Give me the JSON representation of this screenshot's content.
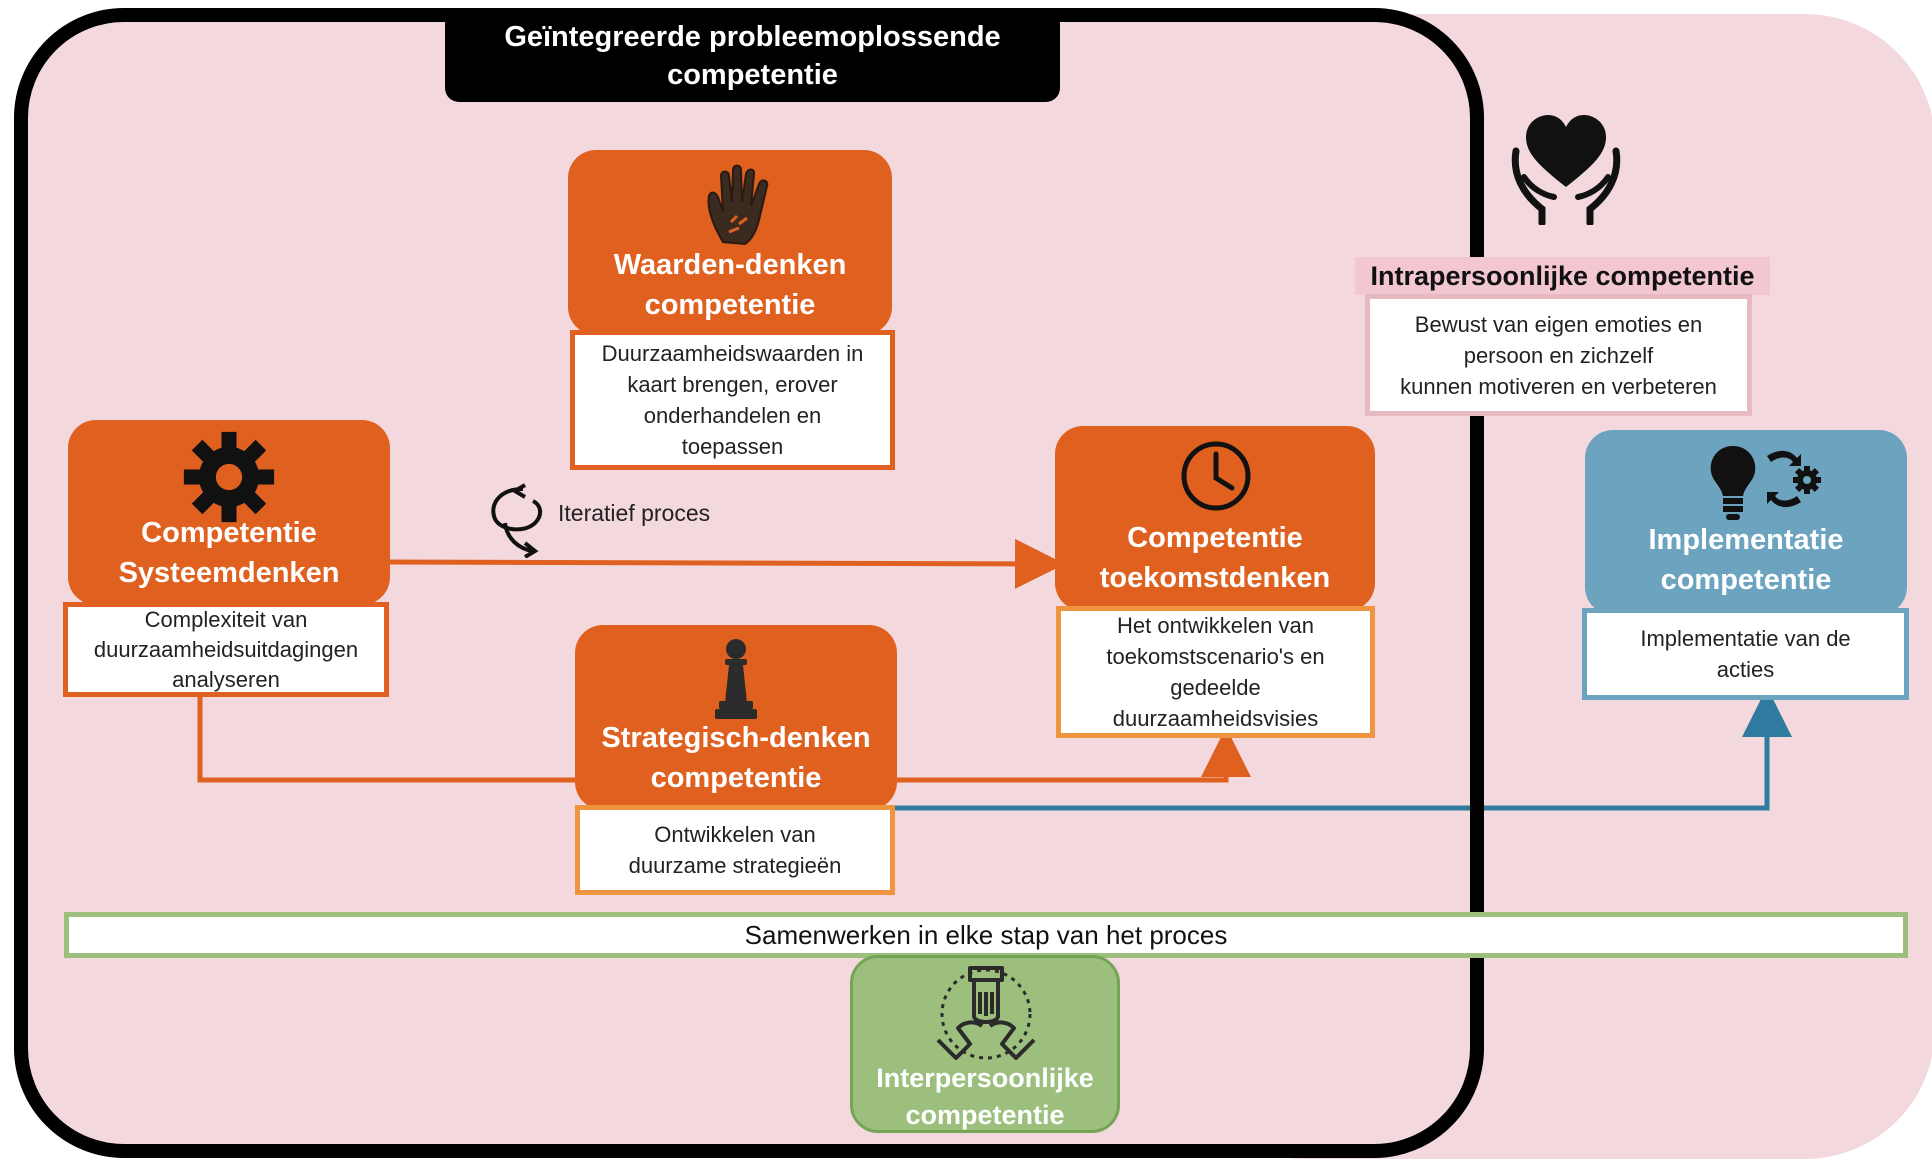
{
  "title": "Geïntegreerde probleemoplossende\ncompetentie",
  "values": {
    "name": "Waarden-denken\ncompetentie",
    "desc": "Duurzaamheidswaarden in\nkaart brengen, erover\nonderhandelen en\ntoepassen",
    "icon": "hand-icon"
  },
  "systems": {
    "name": "Competentie\nSysteemdenken",
    "desc": "Complexiteit van\nduurzaamheidsuitdagingen\nanalyseren",
    "icon": "gear-icon"
  },
  "future": {
    "name": "Competentie\ntoekomstdenken",
    "desc": "Het ontwikkelen van\ntoekomstscenario's en\ngedeelde\nduurzaamheidsvisies",
    "icon": "clock-icon"
  },
  "strategic": {
    "name": "Strategisch-denken\ncompetentie",
    "desc": "Ontwikkelen van\nduurzame strategieën",
    "icon": "chess-pawn-icon"
  },
  "iterative": {
    "label": "Iteratief proces"
  },
  "intrapersonal": {
    "name": "Intrapersoonlijke competentie",
    "desc": "Bewust van eigen emoties en\npersoon en zichzelf\nkunnen motiveren en verbeteren",
    "icon": "heart-hands-icon"
  },
  "implementation": {
    "name": "Implementatie\ncompetentie",
    "desc": "Implementatie van de\nacties",
    "icon": "lightbulb-gear-icon"
  },
  "collaboration": {
    "label": "Samenwerken in elke stap van het proces"
  },
  "interpersonal": {
    "name": "Interpersoonlijke\ncompetentie",
    "icon": "teamwork-hands-icon"
  },
  "colors": {
    "orange": "#e0611f",
    "light_orange": "#f0943f",
    "blue": "#6ca3bf",
    "green": "#9cbf7d",
    "pink": "#f3d9de",
    "black": "#000000"
  }
}
